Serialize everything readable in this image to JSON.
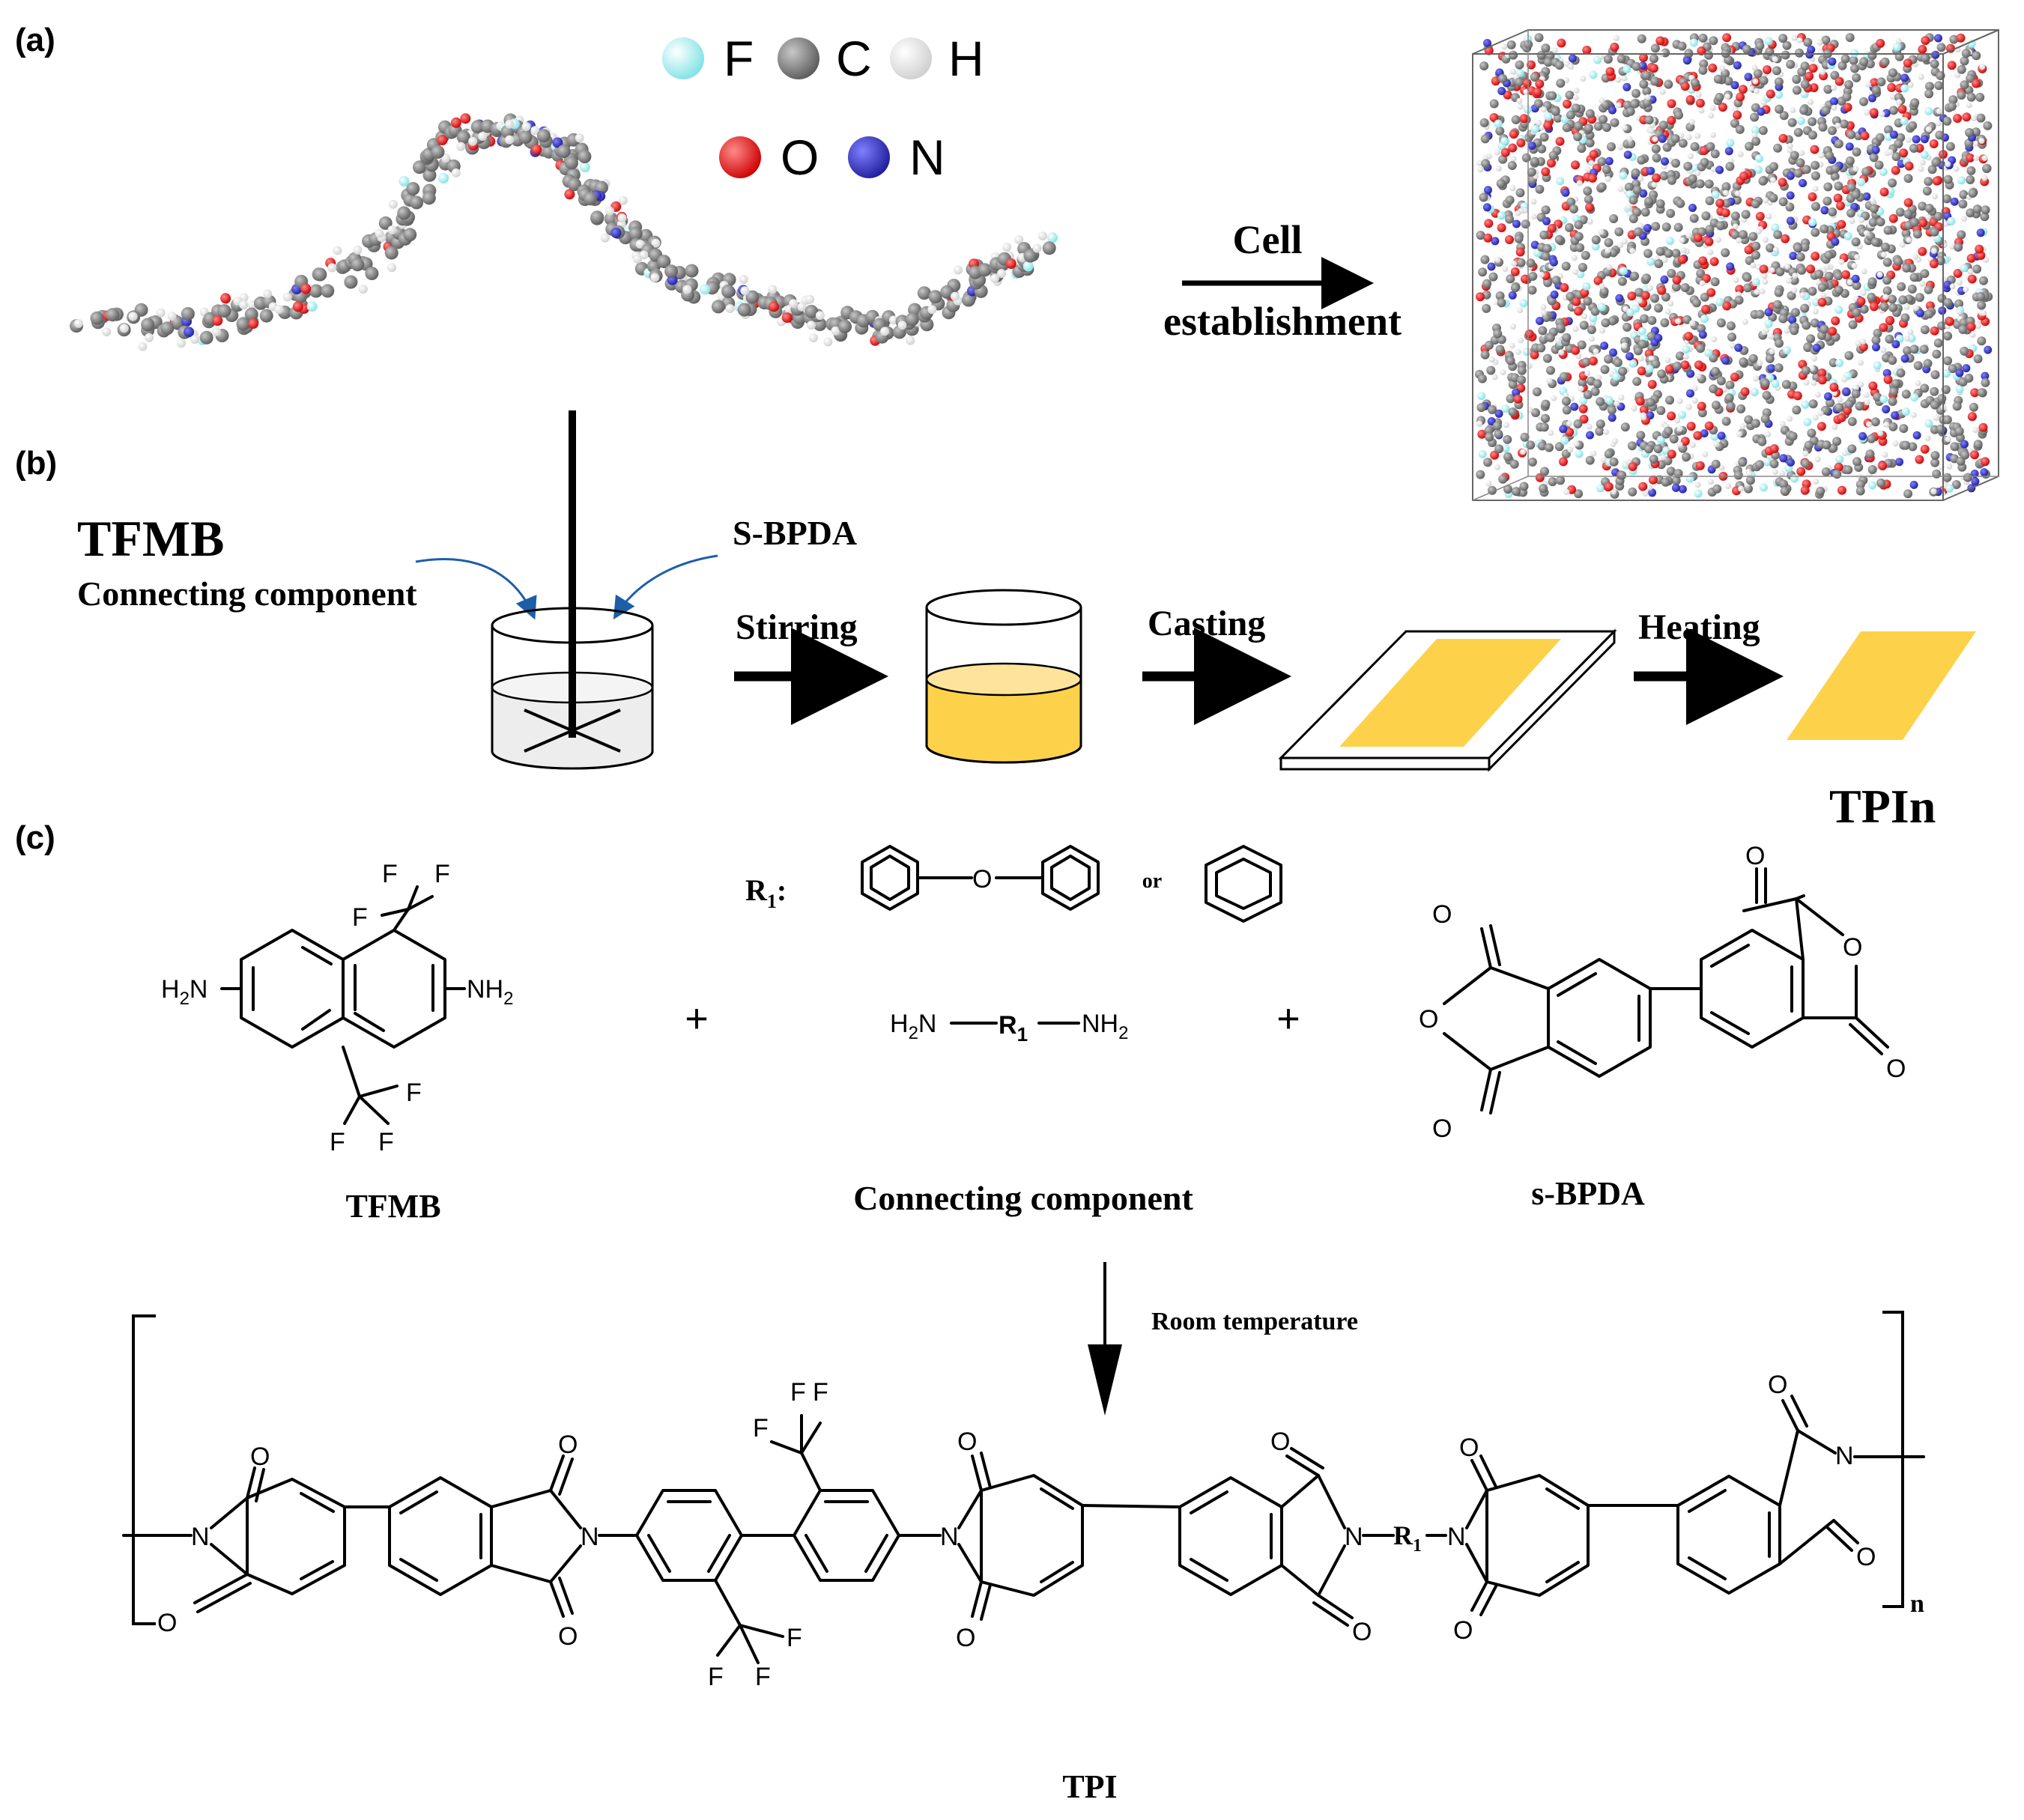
{
  "panels": {
    "a": "(a)",
    "b": "(b)",
    "c": "(c)"
  },
  "legend": [
    {
      "symbol": "F",
      "color": "#b8f2f4"
    },
    {
      "symbol": "C",
      "color": "#8a8a8a"
    },
    {
      "symbol": "H",
      "color": "#eeeeee"
    },
    {
      "symbol": "O",
      "color": "#ee2222"
    },
    {
      "symbol": "N",
      "color": "#3a3acc"
    }
  ],
  "arrow_a": {
    "line1": "Cell",
    "line2": "establishment"
  },
  "process": {
    "monomer": "TFMB",
    "connector": "Connecting component",
    "anhydride": "S-BPDA",
    "step1": "Stirring",
    "step2": "Casting",
    "step3": "Heating",
    "product": "TPIn"
  },
  "reaction": {
    "r1_label": "R",
    "r1_sub": "1",
    "r1_colon": ":",
    "or": "or",
    "h2n": "H",
    "nh2": "NH",
    "plus": "+",
    "diamine_mid": "R",
    "tfmb_name": "TFMB",
    "connector_name": "Connecting component",
    "bpda_name": "s-BPDA",
    "condition": "Room temperature",
    "polymer_name": "TPI",
    "repeat_n": "n",
    "atom_F": "F",
    "atom_O": "O",
    "atom_N": "N"
  },
  "colors": {
    "yellow": "#fdd24a",
    "yellow_light": "#fde49a",
    "arrow_blue": "#1c5ea8",
    "cell_edge": "#666666"
  }
}
